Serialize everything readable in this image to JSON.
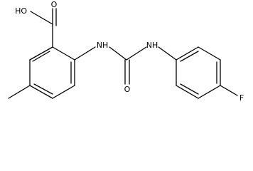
{
  "atoms": {
    "hydroxyl": "HO",
    "carbonyl_acid_oxygen": "O",
    "nh_left": "NH",
    "nh_right": "NH",
    "urea_oxygen": "O",
    "fluorine": "F"
  },
  "colors": {
    "bond": "#000000",
    "label": "#000000",
    "background": "#ffffff"
  }
}
